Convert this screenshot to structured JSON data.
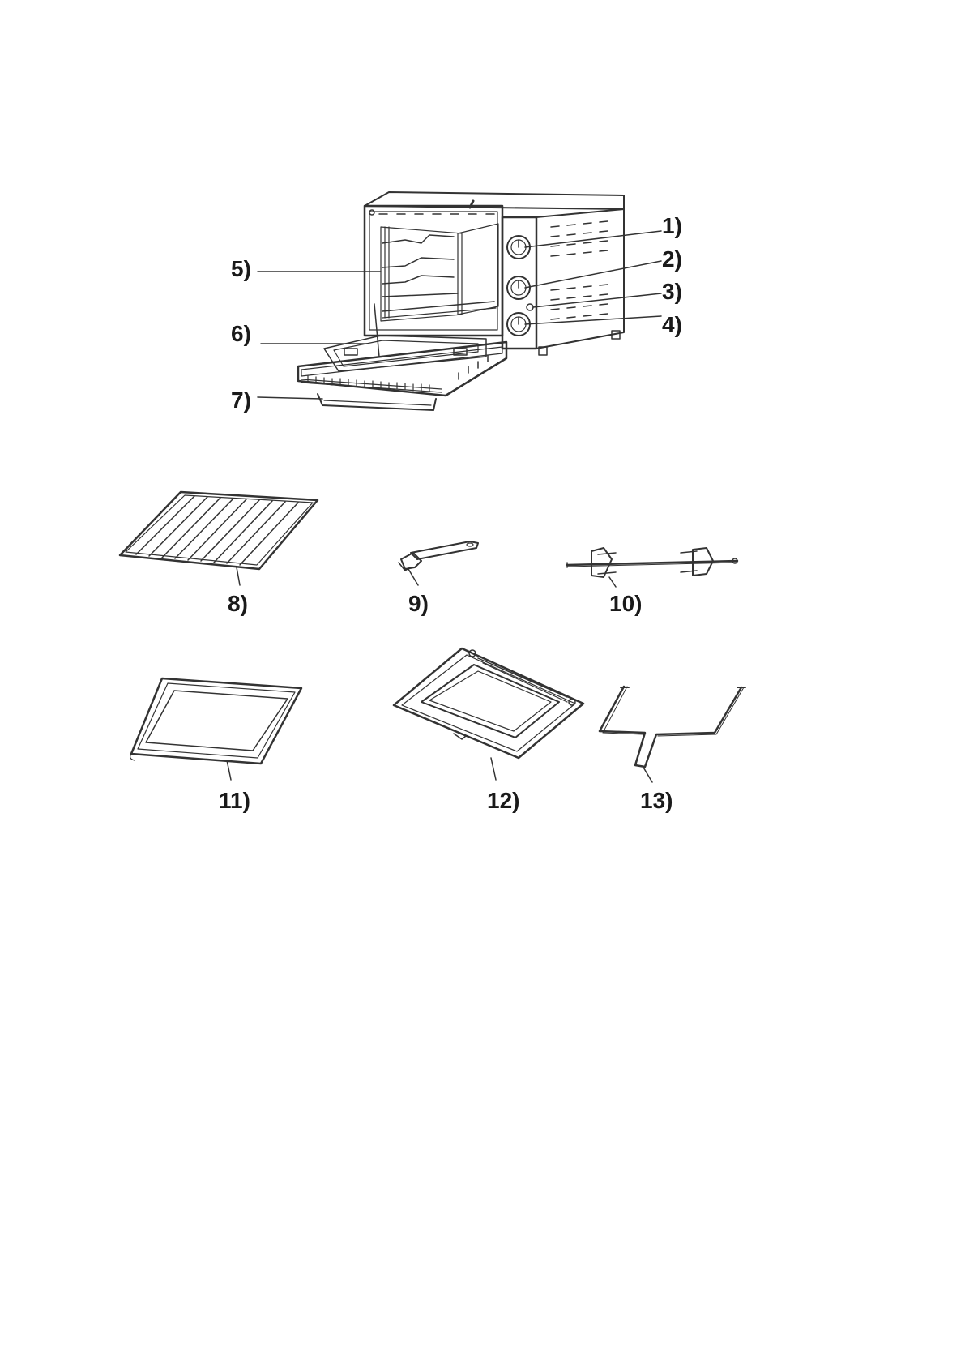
{
  "labels": {
    "l1": "1)",
    "l2": "2)",
    "l3": "3)",
    "l4": "4)",
    "l5": "5)",
    "l6": "6)",
    "l7": "7)",
    "l8": "8)",
    "l9": "9)",
    "l10": "10)",
    "l11": "11)",
    "l12": "12)",
    "l13": "13)"
  },
  "colors": {
    "line": "#333333",
    "text": "#1a1a1a",
    "background": "#ffffff"
  }
}
